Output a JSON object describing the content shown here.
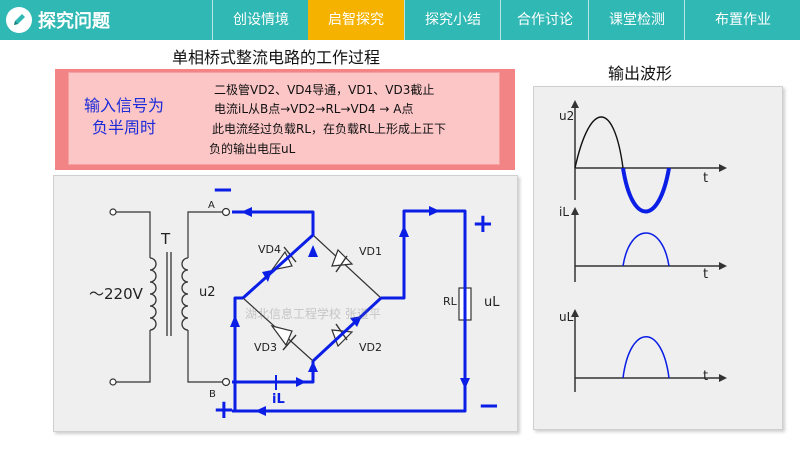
{
  "header": {
    "section_title": "探究问题",
    "tabs": [
      {
        "label": "创设情境",
        "active": false
      },
      {
        "label": "启智探究",
        "active": true
      },
      {
        "label": "探究小结",
        "active": false
      },
      {
        "label": "合作讨论",
        "active": false
      },
      {
        "label": "课堂检测",
        "active": false
      },
      {
        "label": "布置作业",
        "active": false
      }
    ],
    "colors": {
      "bar": "#2fb8b4",
      "active_tab": "#f5b300"
    }
  },
  "main": {
    "title": "单相桥式整流电路的工作过程",
    "wave_title": "输出波形",
    "info_box": {
      "left_label_line1": "输入信号为",
      "left_label_line2": "负半周时",
      "line1": "二极管VD2、VD4导通，VD1、VD3截止",
      "line2": "电流iL从B点→VD2→RL→VD4 → A点",
      "line3": "此电流经过负载RL，在负载RL上形成上正下",
      "line4": "负的输出电压uL"
    }
  },
  "circuit": {
    "source_label": "～220V",
    "transformer_label": "T",
    "secondary_label": "u2",
    "node_a": "A",
    "node_b": "B",
    "diodes": [
      "VD1",
      "VD2",
      "VD3",
      "VD4"
    ],
    "load_label": "RL",
    "output_label": "uL",
    "current_label": "iL",
    "polarity_a": "−",
    "polarity_b": "+",
    "polarity_out_top": "+",
    "polarity_out_bottom": "−",
    "watermark": "湖北信息工程学校 张道平",
    "highlight_color": "#0a1ee6"
  },
  "waveforms": {
    "t_label": "t",
    "plots": [
      {
        "ylabel": "u2",
        "type": "full-sine",
        "highlight": "negative-half"
      },
      {
        "ylabel": "iL",
        "type": "rectified",
        "highlight": "second-pulse"
      },
      {
        "ylabel": "uL",
        "type": "rectified",
        "highlight": "second-pulse"
      }
    ]
  }
}
